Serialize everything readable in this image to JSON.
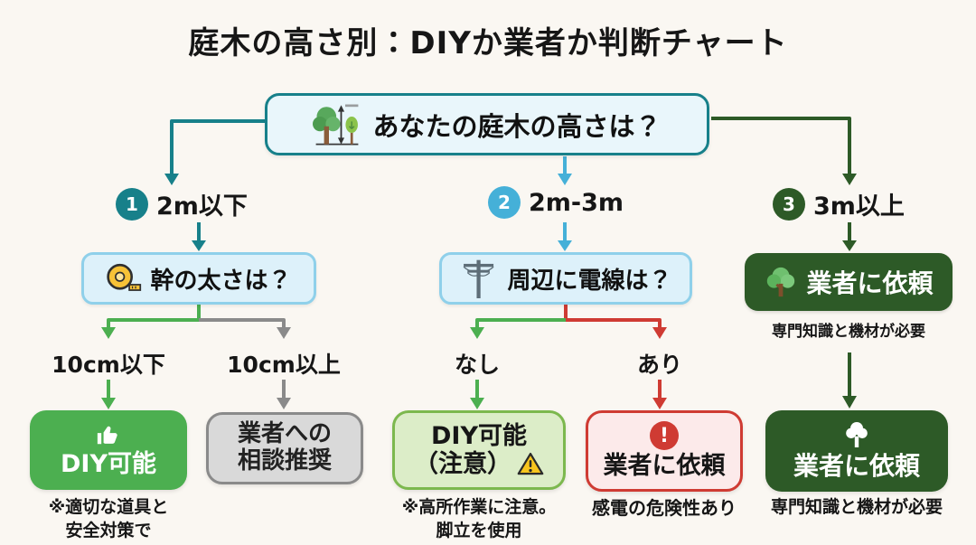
{
  "palette": {
    "bg": "#faf7f2",
    "text": "#1d1d1d",
    "teal": "#17808a",
    "light_blue": "#45b0d8",
    "top_box_bg": "#e9f6fb",
    "blue_box_bg": "#ddf1fa",
    "blue_box_border": "#8fd0ea",
    "dark_green": "#2d5a27",
    "green": "#4caf50",
    "light_green_bg": "#dcedc8",
    "light_green_border": "#7cb84e",
    "gray": "#8a8a8a",
    "gray_bg": "#d9d9d9",
    "red": "#cf3b33",
    "red_bg": "#fceaea"
  },
  "title": "庭木の高さ別：DIYか業者か判断チャート",
  "root": {
    "question": "あなたの庭木の高さは？",
    "icon": "tree-height-measure-icon"
  },
  "branches": [
    {
      "num": "1",
      "label": "2m以下"
    },
    {
      "num": "2",
      "label": "2m-3m"
    },
    {
      "num": "3",
      "label": "3m以上"
    }
  ],
  "questions": {
    "trunk": {
      "text": "幹の太さは？",
      "icon": "measuring-tape-icon"
    },
    "wires": {
      "text": "周辺に電線は？",
      "icon": "utility-pole-icon"
    }
  },
  "mid_result": {
    "label": "業者に依頼",
    "note": "専門知識と機材が必要",
    "icon": "tree-icon"
  },
  "answers": {
    "trunk_thin": "10cm以下",
    "trunk_thick": "10cm以上",
    "wires_none": "なし",
    "wires_present": "あり"
  },
  "results": {
    "diy_ok": {
      "label": "DIY可能",
      "note": "※適切な道具と\n安全対策で",
      "icon": "thumbs-up-icon"
    },
    "consult": {
      "label": "業者への\n相談推奨"
    },
    "diy_caution": {
      "label_line1": "DIY可能",
      "label_line2": "（注意）",
      "note": "※高所作業に注意。\n脚立を使用",
      "icon": "warning-icon"
    },
    "hire_danger": {
      "label": "業者に依頼",
      "note": "感電の危険性あり",
      "icon": "exclamation-icon"
    },
    "hire_pro": {
      "label": "業者に依頼",
      "note": "専門知識と機材が必要",
      "icon": "tree-icon"
    }
  }
}
